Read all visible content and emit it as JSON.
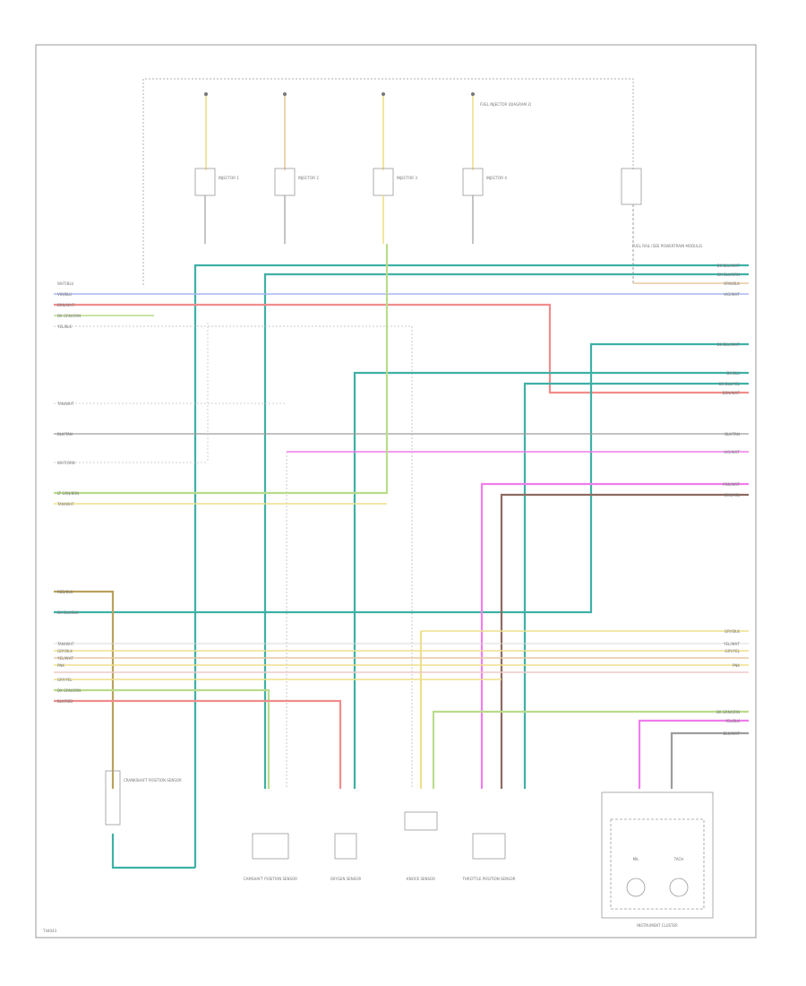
{
  "diagram": {
    "footer_code": "T44043",
    "colors": {
      "green": "#b9dc8a",
      "blue": "#a9b6ef",
      "red": "#f08c8c",
      "teal": "#3eb0a6",
      "yellow": "#eedf8c",
      "pink": "#f07cec",
      "brown": "#8e6a60",
      "gray": "#9d9d9d",
      "tan": "#e8c9a0"
    },
    "injectors": [
      {
        "label": "INJECTOR 1"
      },
      {
        "label": "INJECTOR 2"
      },
      {
        "label": "INJECTOR 3"
      },
      {
        "label": "INJECTOR 4"
      }
    ],
    "top_note": "FUEL INJECTOR (DIAGRAM 2)",
    "right_top_note": "FUEL RAIL (SEE POWERTRAIN MODULE)",
    "left_labels_top": [
      "WHT/BLU",
      "VIO/BLU",
      "BRN/WHT",
      "DK GRN/ORN",
      "YEL/BLK"
    ],
    "left_labels_mid": [
      "TAN/WHT",
      "BLK/TAN",
      "WHT/ORN",
      "LT GRN/BRN",
      "TAN/WHT"
    ],
    "left_labels_low": [
      "RED/BLK",
      "DK BLU/BLK",
      "TAN/WHT",
      "GRY/BLK",
      "YEL/WHT",
      "PNK",
      "GRY/YEL",
      "DK GRN/ORN",
      "BLK/RED"
    ],
    "right_labels_top": [
      "DK BLU/WHT",
      "DK BLU/ORN",
      "ORN/BLK",
      "VIO/WHT"
    ],
    "right_labels_mid": [
      "DK BLU/WHT",
      "DK BLU",
      "DK BLU/YEL",
      "BRN/WHT"
    ],
    "right_labels_low": [
      "BLK/TAN",
      "VIO/WHT",
      "PNK/WHT",
      "BRN/YEL"
    ],
    "right_labels_bottom": [
      "GRY/BLK",
      "YEL/WHT",
      "GRY/YEL",
      "PNK",
      "DK GRN/ORN",
      "YEL/BLK",
      "BLK/WHT"
    ],
    "sensors": [
      {
        "label": "CAMSHAFT POSITION SENSOR"
      },
      {
        "label": "OXYGEN SENSOR"
      },
      {
        "label": "KNOCK SENSOR"
      },
      {
        "label": "THROTTLE POSITION SENSOR"
      }
    ],
    "module_caption": "INSTRUMENT CLUSTER",
    "module_items": [
      "MIL",
      "TACH"
    ],
    "left_component": "CRANKSHAFT POSITION SENSOR"
  }
}
